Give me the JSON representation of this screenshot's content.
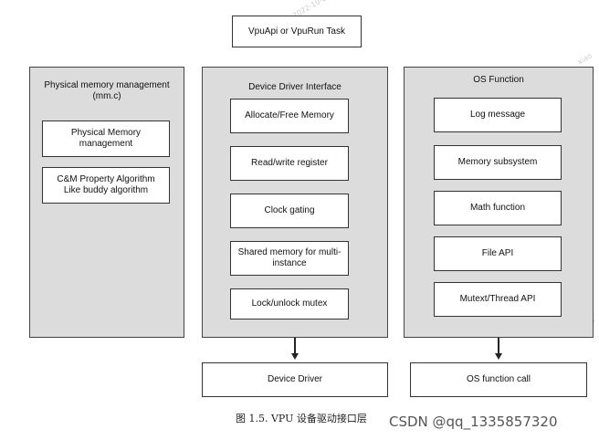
{
  "top": {
    "task": "VpuApi or VpuRun Task"
  },
  "panels": {
    "left": {
      "title": "Physical memory management\n(mm.c)",
      "items": [
        "Physical Memory\nmanagement",
        "C&M Property Algorithm\nLike buddy algorithm"
      ]
    },
    "middle": {
      "title": "Device Driver Interface",
      "items": [
        "Allocate/Free Memory",
        "Read/write register",
        "Clock gating",
        "Shared memory for multi-\ninstance",
        "Lock/unlock mutex"
      ]
    },
    "right": {
      "title": "OS Function",
      "items": [
        "Log message",
        "Memory subsystem",
        "Math function",
        "File API",
        "Mutext/Thread API"
      ]
    }
  },
  "bottom": {
    "device_driver": "Device Driver",
    "os_call": "OS function call"
  },
  "caption": "图 1.5. VPU 设备驱动接口层",
  "watermark": "CSDN @qq_1335857320"
}
